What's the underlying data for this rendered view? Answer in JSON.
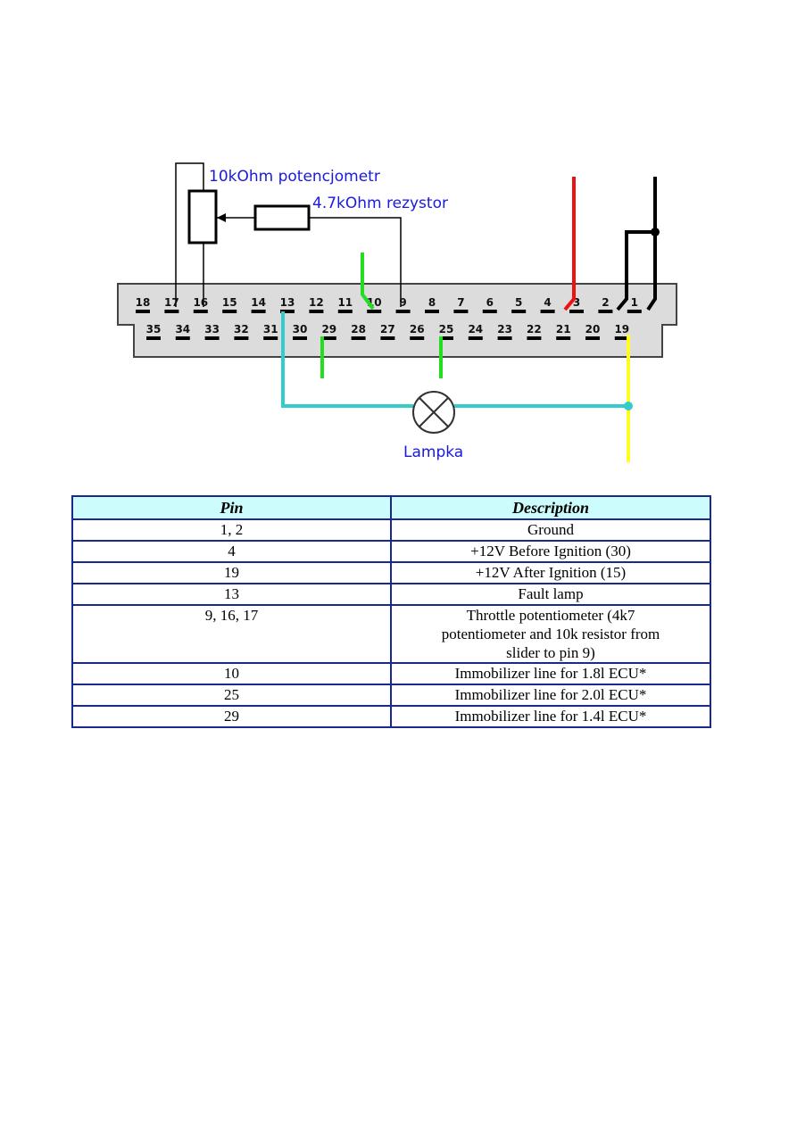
{
  "diagram": {
    "potentiometer_label": "10kOhm potencjometr",
    "resistor_label": "4.7kOhm rezystor",
    "lamp_label": "Lampka",
    "top_row_pins": [
      "18",
      "17",
      "16",
      "15",
      "14",
      "13",
      "12",
      "11",
      "10",
      "9",
      "8",
      "7",
      "6",
      "5",
      "4",
      "3",
      "2",
      "1"
    ],
    "bottom_row_pins": [
      "35",
      "34",
      "33",
      "32",
      "31",
      "30",
      "29",
      "28",
      "27",
      "26",
      "25",
      "24",
      "23",
      "22",
      "21",
      "20",
      "19"
    ],
    "wire_colors": {
      "red": "#ee1111",
      "black": "#000000",
      "green": "#22dd22",
      "cyan": "#33cccc",
      "yellow": "#ffff22"
    }
  },
  "table": {
    "headers": {
      "pin": "Pin",
      "description": "Description"
    },
    "rows": [
      {
        "pin": "1, 2",
        "description": [
          "Ground"
        ]
      },
      {
        "pin": "4",
        "description": [
          "+12V Before Ignition (30)"
        ]
      },
      {
        "pin": "19",
        "description": [
          "+12V After Ignition (15)"
        ]
      },
      {
        "pin": "13",
        "description": [
          "Fault lamp"
        ]
      },
      {
        "pin": "9, 16, 17",
        "description": [
          "Throttle potentiometer (4k7",
          "potentiometer and 10k resistor from",
          "slider to pin 9)"
        ]
      },
      {
        "pin": "10",
        "description": [
          "Immobilizer line for 1.8l ECU*"
        ]
      },
      {
        "pin": "25",
        "description": [
          "Immobilizer line for 2.0l ECU*"
        ]
      },
      {
        "pin": "29",
        "description": [
          "Immobilizer line for 1.4l ECU*"
        ]
      }
    ],
    "header_bg": "#ccfcfc",
    "border_color": "#1a2a8c"
  }
}
